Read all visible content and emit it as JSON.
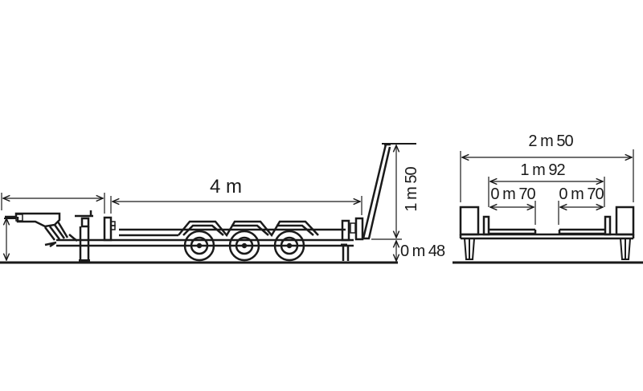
{
  "diagram": {
    "subject": "Triple-axle equipment trailer",
    "colors": {
      "background": "#ffffff",
      "line": "#1a1a1a"
    },
    "side_view": {
      "deck_length_label": "4 m",
      "ramp_height_label": "1 m 50",
      "deck_height_label": "0 m 48",
      "axle_count": 3
    },
    "rear_view": {
      "overall_width_label": "2 m 50",
      "inner_width_label": "1 m 92",
      "left_track_label": "0 m 70",
      "right_track_label": "0 m 70"
    }
  }
}
